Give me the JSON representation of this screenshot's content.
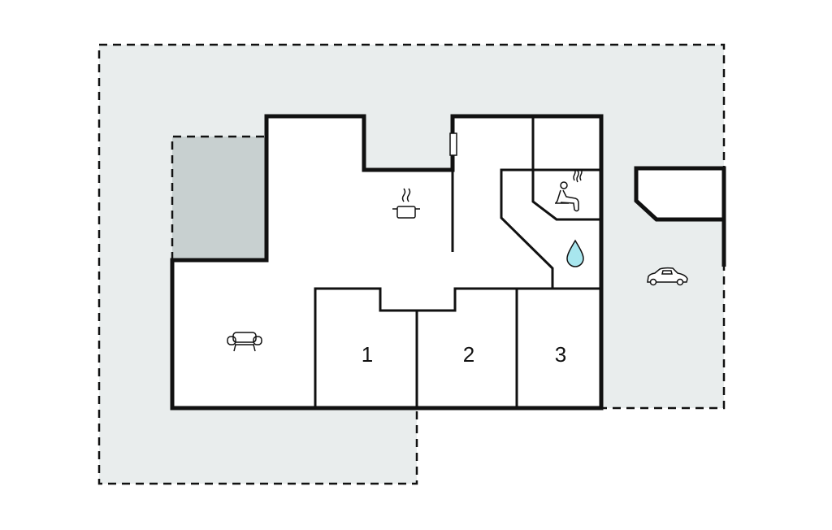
{
  "plan": {
    "rooms": [
      {
        "label": "1"
      },
      {
        "label": "2"
      },
      {
        "label": "3"
      }
    ],
    "icons": [
      "cooking-pot-icon",
      "sofa-icon",
      "sauna-icon",
      "water-drop-icon",
      "car-icon"
    ]
  },
  "colors": {
    "plot": "#e9eded",
    "terrace": "#c8d0d0",
    "wall": "#111111",
    "water": "#a8e6ee"
  }
}
